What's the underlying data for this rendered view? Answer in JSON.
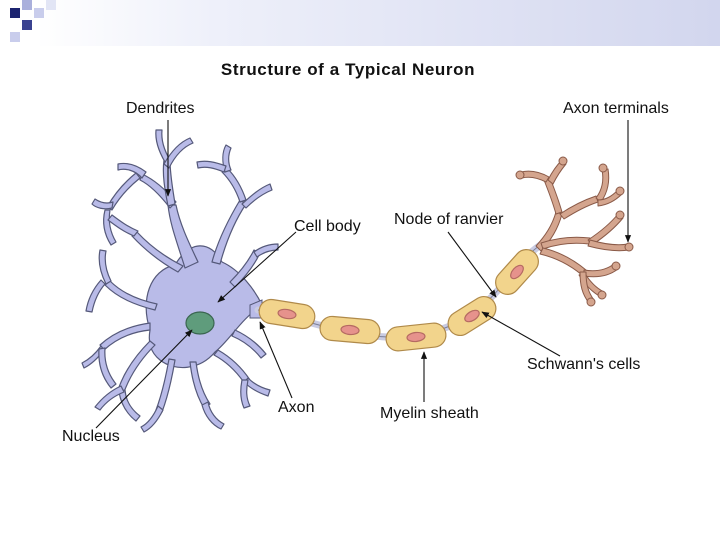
{
  "slide": {
    "title": "Structure of a Typical Neuron"
  },
  "labels": {
    "dendrites": "Dendrites",
    "axon_terminals": "Axon terminals",
    "cell_body": "Cell body",
    "node_of_ranvier": "Node of ranvier",
    "schwanns_cells": "Schwann's cells",
    "axon": "Axon",
    "myelin_sheath": "Myelin sheath",
    "nucleus": "Nucleus"
  },
  "colors": {
    "neuron_body": "#b9bbe8",
    "neuron_outline": "#55597a",
    "nucleus": "#5f9c7c",
    "myelin": "#f2d48c",
    "myelin_outline": "#b08a4a",
    "myelin_core": "#e6928c",
    "terminals": "#d4a58e",
    "terminal_outline": "#8a5a48",
    "leader_line": "#111111"
  },
  "icons": [
    "bullet-square-icon"
  ]
}
